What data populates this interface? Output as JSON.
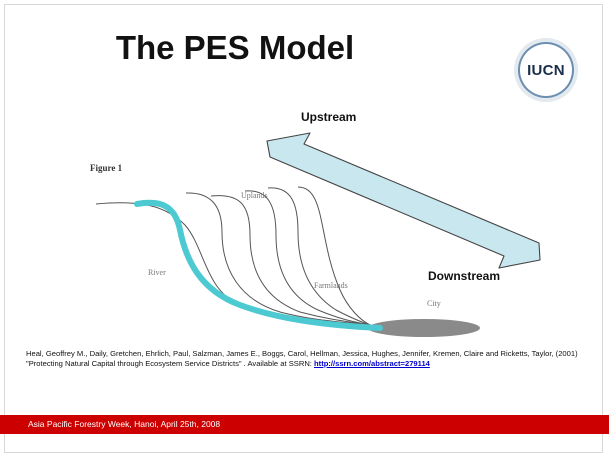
{
  "slide": {
    "title": "The PES Model",
    "logo_text": "IUCN",
    "upstream_label": "Upstream",
    "downstream_label": "Downstream",
    "figure": {
      "title": "Figure 1",
      "uplands": "Uplands",
      "river": "River",
      "farmlands": "Farmlands",
      "city": "City"
    },
    "citation": {
      "text": "Heal, Geoffrey M., Daily, Gretchen, Ehrlich, Paul, Salzman, James E., Boggs, Carol, Hellman, Jessica, Hughes, Jennifer, Kremen, Claire and Ricketts, Taylor, (2001) \"Protecting Natural Capital through Ecosystem Service Districts\" . Available at SSRN: ",
      "link": "http://ssrn.com/abstract=279114"
    },
    "footer": "Asia Pacific Forestry Week, Hanoi, April 25th, 2008"
  },
  "colors": {
    "footer_bar": "#cc0000",
    "river": "#4cc9d1",
    "arrow_fill": "#c9e7ef",
    "city": "#8a8a8a"
  }
}
